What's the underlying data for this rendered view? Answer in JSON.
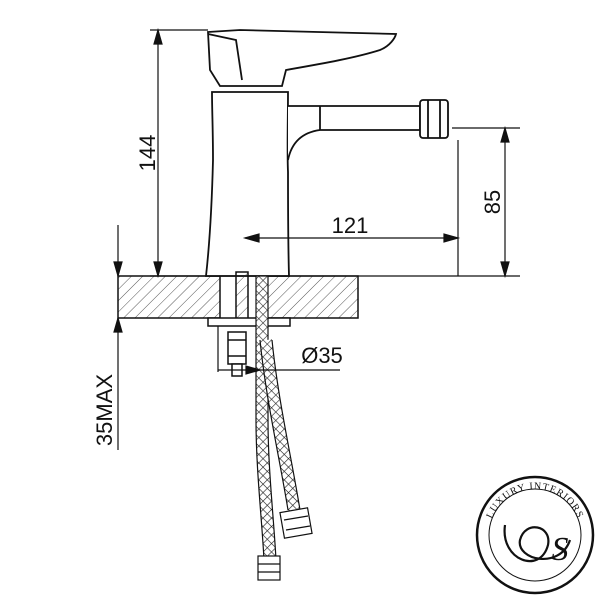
{
  "drawing": {
    "dimensions": {
      "height_total": "144",
      "spout_height": "85",
      "spout_reach": "121",
      "hole_diameter": "Ø35",
      "deck_thickness": "35MAX"
    },
    "logo": {
      "text": "LUXURY INTERIORS",
      "monogram": "S"
    },
    "colors": {
      "line": "#111111",
      "hatch": "#444444",
      "background": "#ffffff"
    }
  }
}
